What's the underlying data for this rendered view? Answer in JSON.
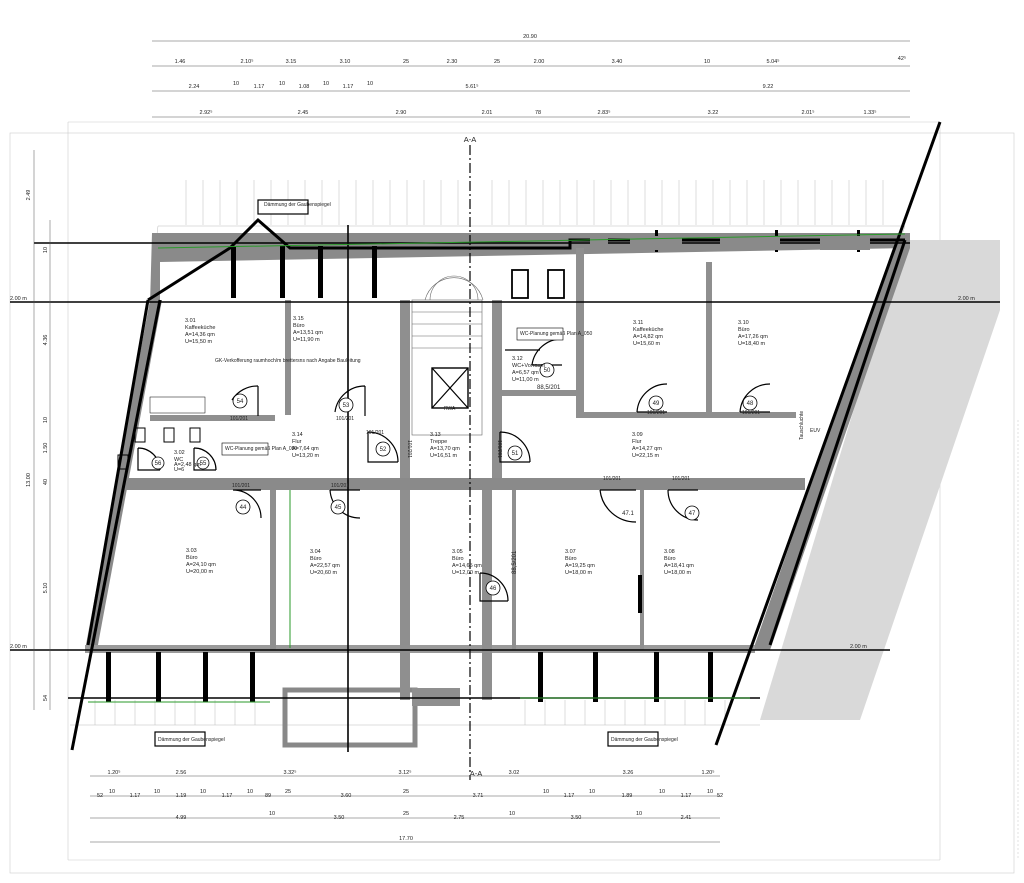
{
  "top_dims": {
    "row1": [
      "20.90"
    ],
    "row2": [
      "1.46",
      "2.10⁵",
      "3.15",
      "3.10",
      "25",
      "2.30",
      "25",
      "2.00",
      "3.40",
      "10",
      "5.04⁵",
      "42⁵"
    ],
    "row3": [
      "2.24",
      "10",
      "1.17",
      "10",
      "1.08",
      "10",
      "1.17",
      "10",
      "5.61⁵",
      "9.22"
    ],
    "row4": [
      "2.92⁵",
      "2.45",
      "2.90",
      "2.01",
      "78",
      "2.83⁵",
      "3.22",
      "2.01⁵",
      "1.33⁵"
    ]
  },
  "bottom_dims": {
    "row1": [
      "1.20⁵",
      "2.56",
      "3.32⁵",
      "3.12⁵",
      "3.02",
      "3.26",
      "1.20⁵"
    ],
    "row2": [
      "52",
      "10",
      "1.17",
      "10",
      "1.19",
      "10",
      "1.17",
      "10",
      "89",
      "25",
      "3.60",
      "25",
      "3.71",
      "10",
      "1.17",
      "10",
      "1.89",
      "10",
      "1.17",
      "10",
      "52"
    ],
    "row3": [
      "4.99",
      "10",
      "3.50",
      "25",
      "2.75",
      "10",
      "3.50",
      "10",
      "2.41"
    ],
    "row4": [
      "17.70"
    ]
  },
  "left_dims": [
    "2.49",
    "10",
    "4.36",
    "10",
    "1.50",
    "13.00",
    "40",
    "5.10",
    "54"
  ],
  "levels": [
    "2.00 m",
    "2.00 m",
    "2.00 m",
    "2.00 m"
  ],
  "section_label": "A-A",
  "rooms": [
    {
      "num": "3.01",
      "name": "Kaffeeküche",
      "area": "A=14,36 qm",
      "perim": "U=15,50 m"
    },
    {
      "num": "3.15",
      "name": "Büro",
      "area": "A=13,51 qm",
      "perim": "U=11,90 m"
    },
    {
      "num": "3.11",
      "name": "Kaffeeküche",
      "area": "A=14,82 qm",
      "perim": "U=15,60 m"
    },
    {
      "num": "3.10",
      "name": "Büro",
      "area": "A=17,26 qm",
      "perim": "U=18,40 m"
    },
    {
      "num": "3.12",
      "name": "WC+Vorraum",
      "area": "A=6,57 qm",
      "perim": "U=11,00 m"
    },
    {
      "num": "3.14",
      "name": "Flur",
      "area": "A=7,64 qm",
      "perim": "U=13,20 m"
    },
    {
      "num": "3.13",
      "name": "Treppe",
      "area": "A=13,70 qm",
      "perim": "U=16,51 m"
    },
    {
      "num": "3.09",
      "name": "Flur",
      "area": "A=14,27 qm",
      "perim": "U=22,15 m"
    },
    {
      "num": "3.02",
      "name": "WC",
      "area": "A=2,48 qm",
      "perim": "U=6"
    },
    {
      "num": "3.03",
      "name": "Büro",
      "area": "A=24,10 qm",
      "perim": "U=20,00 m"
    },
    {
      "num": "3.04",
      "name": "Büro",
      "area": "A=22,57 qm",
      "perim": "U=20,60 m"
    },
    {
      "num": "3.05",
      "name": "Büro",
      "area": "A=14,65 qm",
      "perim": "U=12,00 m"
    },
    {
      "num": "3.07",
      "name": "Büro",
      "area": "A=19,25 qm",
      "perim": "U=18,00 m"
    },
    {
      "num": "3.08",
      "name": "Büro",
      "area": "A=18,41 qm",
      "perim": "U=18,00 m"
    }
  ],
  "doors": [
    "54",
    "53",
    "52",
    "51",
    "50",
    "49",
    "48",
    "44",
    "45",
    "46",
    "47.1",
    "47",
    "56",
    "55"
  ],
  "door_codes": [
    "101/201",
    "101/201",
    "101/201",
    "101/201",
    "101/201",
    "101/201",
    "101/201",
    "101/201",
    "101/201",
    "101/201",
    "101/201"
  ],
  "door_size": "88,5/201",
  "notes": {
    "daemmung": "Dämmung der Gaubenspiegel",
    "gk": "GK-Verkofferung raumhoch/m brettersns nach Angabe Bauleitung",
    "wc1": "WC-Planung gemäß Plan A_050",
    "wc2": "WC-Planung gemäß Plan A_050",
    "rwa": "RWA",
    "schacht": "Tauschluchte",
    "euv": "EUV"
  }
}
